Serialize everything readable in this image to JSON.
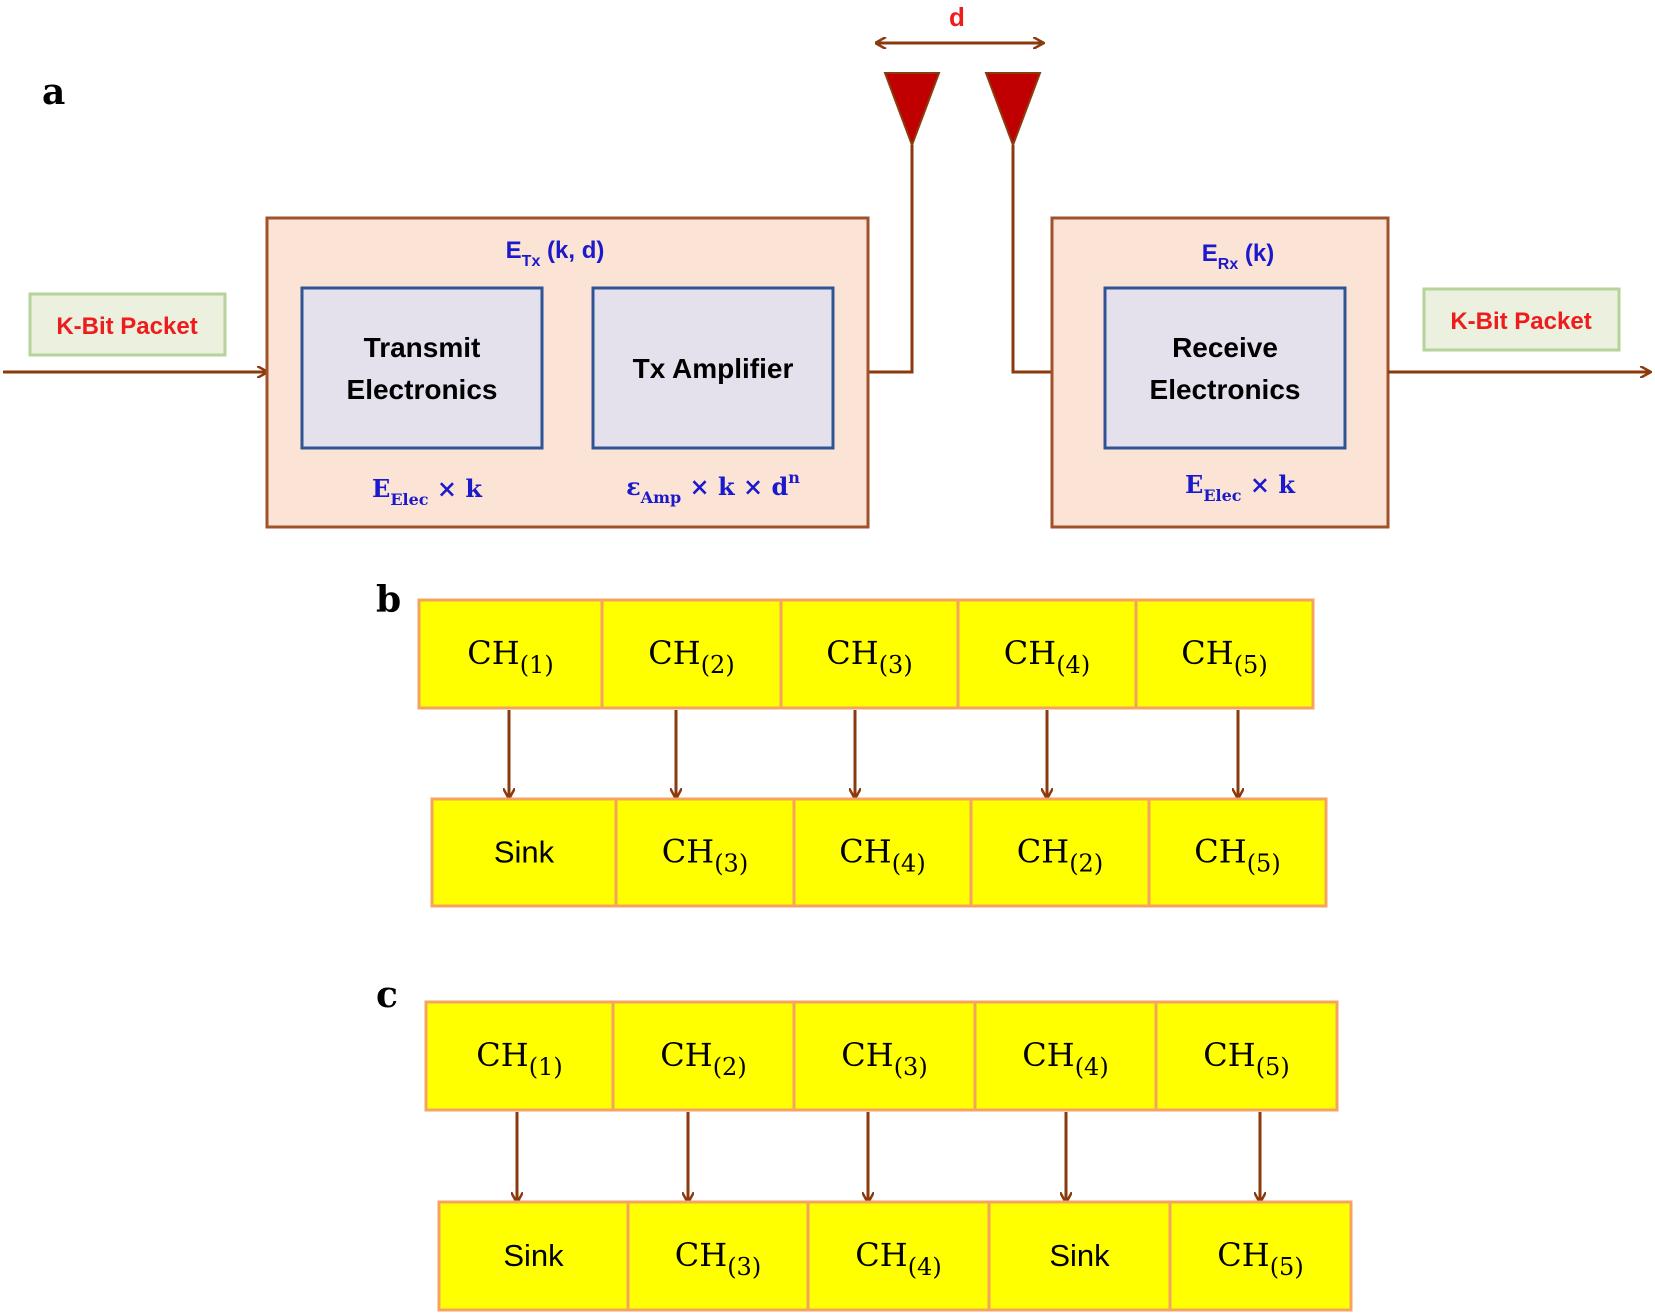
{
  "panel_a": {
    "label": "a",
    "distance_label": "d",
    "input_packet": "K-Bit Packet",
    "output_packet": "K-Bit Packet",
    "transmitter": {
      "energy_main": "E",
      "energy_sub": "Tx",
      "energy_args": " (k, d)",
      "transmit_electronics": [
        "Transmit",
        "Electronics"
      ],
      "tx_amplifier": "Tx Amplifier",
      "elec_formula": {
        "main": "E",
        "sub": "Elec",
        "rest": " × k"
      },
      "amp_formula": {
        "main": "ε",
        "sub": "Amp",
        "rest": " × k × d",
        "sup": "n"
      }
    },
    "receiver": {
      "energy_main": "E",
      "energy_sub": "Rx",
      "energy_args": " (k)",
      "receive_electronics": [
        "Receive",
        "Electronics"
      ],
      "elec_formula": {
        "main": "E",
        "sub": "Elec",
        "rest": " × k"
      }
    }
  },
  "panel_b": {
    "label": "b",
    "top_row": [
      {
        "main": "CH",
        "sub": "(1)"
      },
      {
        "main": "CH",
        "sub": "(2)"
      },
      {
        "main": "CH",
        "sub": "(3)"
      },
      {
        "main": "CH",
        "sub": "(4)"
      },
      {
        "main": "CH",
        "sub": "(5)"
      }
    ],
    "bottom_row": [
      {
        "main": "Sink",
        "sub": ""
      },
      {
        "main": "CH",
        "sub": "(3)"
      },
      {
        "main": "CH",
        "sub": "(4)"
      },
      {
        "main": "CH",
        "sub": "(2)"
      },
      {
        "main": "CH",
        "sub": "(5)"
      }
    ]
  },
  "panel_c": {
    "label": "c",
    "top_row": [
      {
        "main": "CH",
        "sub": "(1)"
      },
      {
        "main": "CH",
        "sub": "(2)"
      },
      {
        "main": "CH",
        "sub": "(3)"
      },
      {
        "main": "CH",
        "sub": "(4)"
      },
      {
        "main": "CH",
        "sub": "(5)"
      }
    ],
    "bottom_row": [
      {
        "main": "Sink",
        "sub": ""
      },
      {
        "main": "CH",
        "sub": "(3)"
      },
      {
        "main": "CH",
        "sub": "(4)"
      },
      {
        "main": "Sink",
        "sub": ""
      },
      {
        "main": "CH",
        "sub": "(5)"
      }
    ]
  },
  "colors": {
    "arrow": "#8b3a0e",
    "packet_text": "#ee1c1c",
    "formula_text": "#1a1acc",
    "outer_box_fill": "#fbe4d5",
    "outer_box_stroke": "#a0522d",
    "inner_box_fill": "#e4e0ec",
    "inner_box_stroke": "#2f5496",
    "packet_fill": "#ebf1de",
    "packet_stroke": "#b5d39a",
    "cell_fill": "#ffff00",
    "cell_stroke": "#f4a460",
    "antenna_fill": "#c00000"
  }
}
